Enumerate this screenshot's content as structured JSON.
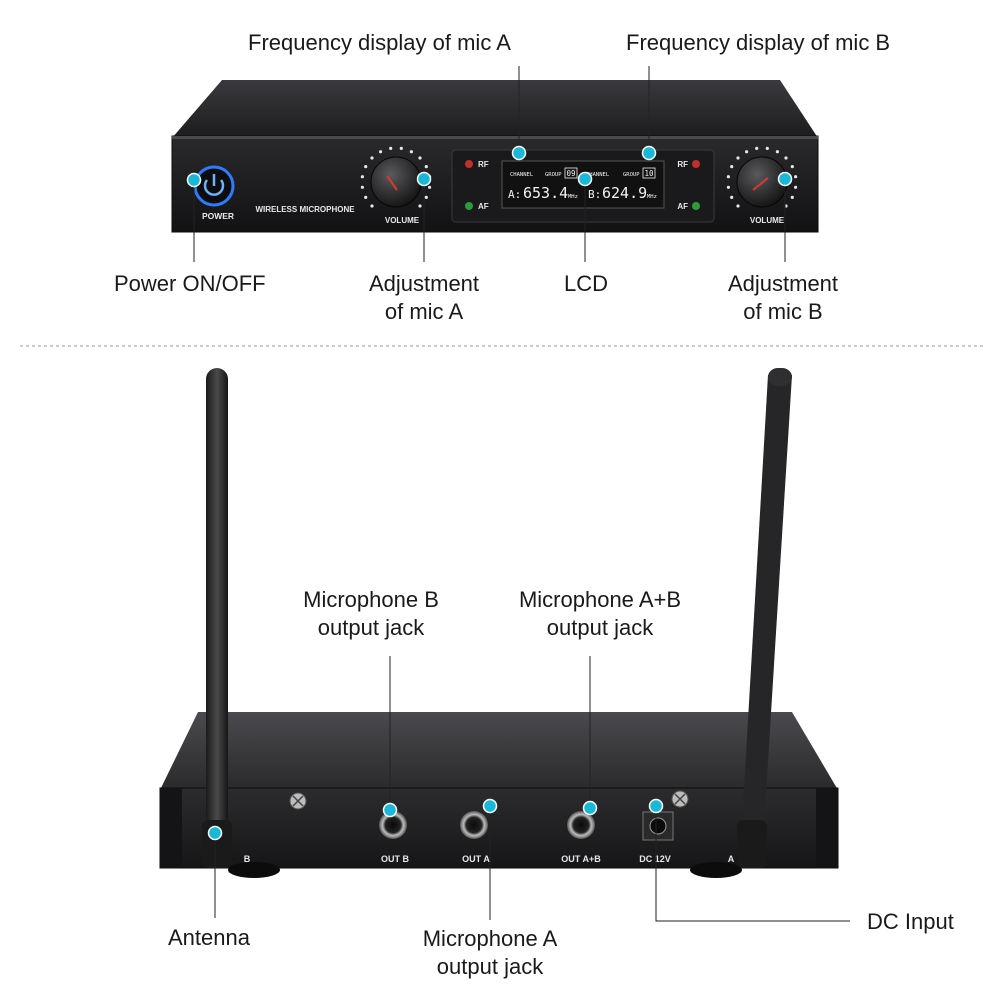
{
  "front_panel": {
    "power_label": "POWER",
    "brand_label": "WIRELESS MICROPHONE",
    "volume_label_a": "VOLUME",
    "volume_label_b": "VOLUME",
    "rf_label_a": "RF",
    "af_label_a": "AF",
    "rf_label_b": "RF",
    "af_label_b": "AF",
    "lcd": {
      "channel_label_a": "CHANNEL",
      "group_label_a": "GROUP",
      "group_value_a": "09",
      "channel_label_b": "CHANNEL",
      "group_label_b": "GROUP",
      "group_value_b": "10",
      "freq_prefix_a": "A:",
      "freq_a": "653.4",
      "unit_a": "MHz",
      "freq_prefix_b": "B:",
      "freq_b": "624.9",
      "unit_b": "MHz"
    }
  },
  "rear_panel": {
    "port_out_b": "OUT B",
    "port_out_a": "OUT A",
    "port_out_ab": "OUT A+B",
    "port_dc": "DC 12V",
    "edge_label_left": "B",
    "edge_label_right": "A"
  },
  "callouts": {
    "freq_mic_a": "Frequency display of mic A",
    "freq_mic_b": "Frequency display of mic B",
    "power": "Power ON/OFF",
    "adjust_a_line1": "Adjustment",
    "adjust_a_line2": "of mic A",
    "lcd": "LCD",
    "adjust_b_line1": "Adjustment",
    "adjust_b_line2": "of mic B",
    "mic_b_jack_line1": "Microphone B",
    "mic_b_jack_line2": "output jack",
    "mic_ab_jack_line1": "Microphone A+B",
    "mic_ab_jack_line2": "output jack",
    "antenna": "Antenna",
    "mic_a_jack_line1": "Microphone A",
    "mic_a_jack_line2": "output jack",
    "dc_input": "DC Input"
  },
  "colors": {
    "marker": "#19b8d6",
    "chassis_dark": "#1e1e20",
    "chassis_mid": "#2b2b2e",
    "lcd_bg": "#111111",
    "power_ring": "#2f7bff",
    "led_red": "#c0312b",
    "led_green": "#2a9d3a",
    "divider": "#999999"
  }
}
